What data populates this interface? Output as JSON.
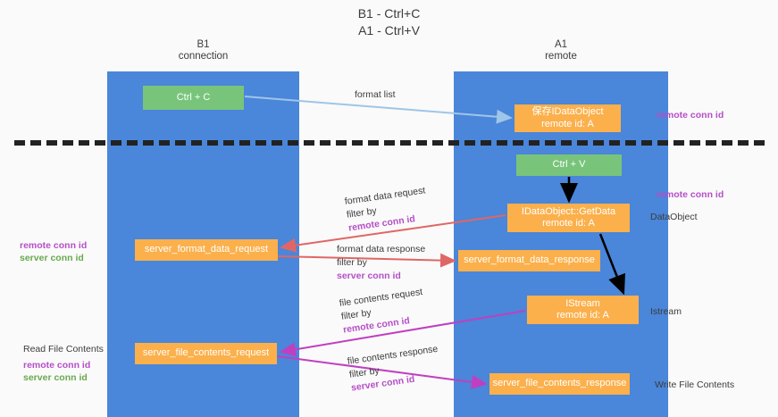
{
  "title": {
    "line1": "B1 - Ctrl+C",
    "line2": "A1 - Ctrl+V"
  },
  "lanes": [
    {
      "id": "b1",
      "name": "B1",
      "subtitle": "connection"
    },
    {
      "id": "a1",
      "name": "A1",
      "subtitle": "remote"
    }
  ],
  "colors": {
    "lane_blue": "#4a86d9",
    "box_green": "#79c47b",
    "box_orange": "#fbb04c",
    "remote_conn_id": "#b64fc8",
    "server_conn_id": "#6aa84f",
    "arrow_format_list": "#9fc5e8",
    "arrow_format_data": "#e06666",
    "arrow_file_contents": "#c03fc0",
    "arrow_black": "#000000",
    "background": "#fafafa",
    "divider": "#222222"
  },
  "boxes": {
    "ctrl_c": {
      "label": "Ctrl + C",
      "color": "green"
    },
    "idataobject": {
      "line1": "保存IDataObject",
      "line2": "remote id: A",
      "color": "orange"
    },
    "ctrl_v": {
      "label": "Ctrl + V",
      "color": "green"
    },
    "getdata": {
      "line1": "IDataObject::GetData",
      "line2": "remote id: A",
      "color": "orange"
    },
    "server_format_data_request": {
      "label": "server_format_data_request",
      "color": "orange"
    },
    "server_format_data_response": {
      "label": "server_format_data_response",
      "color": "orange"
    },
    "istream": {
      "line1": "IStream",
      "line2": "remote id: A",
      "color": "orange"
    },
    "server_file_contents_request": {
      "label": "server_file_contents_request",
      "color": "orange"
    },
    "server_file_contents_response": {
      "label": "server_file_contents_response",
      "color": "orange"
    }
  },
  "edge_labels": {
    "format_list": "format list",
    "format_data_request": "format data request",
    "format_data_request_filter_prefix": "filter by ",
    "format_data_request_filter_key": "remote conn id",
    "format_data_response": "format data response",
    "format_data_response_filter_prefix": "filter by ",
    "format_data_response_filter_key": "server conn id",
    "file_contents_request": "file contents request",
    "file_contents_request_filter_prefix": "filter by ",
    "file_contents_request_filter_key": "remote conn id",
    "file_contents_response": "file contents response",
    "file_contents_response_filter_prefix": "filter by ",
    "file_contents_response_filter_key": "server conn id"
  },
  "side_labels": {
    "right_remote_conn_id_top": "remote conn id",
    "right_remote_conn_id_mid": "remote conn id",
    "right_dataobject": "DataObject",
    "right_istream": "Istream",
    "right_write_file_contents": "Write File Contents",
    "left_remote_conn_id_1": "remote conn id",
    "left_server_conn_id_1": "server conn id",
    "left_read_file_contents": "Read File Contents",
    "left_remote_conn_id_2": "remote conn id",
    "left_server_conn_id_2": "server conn id"
  }
}
